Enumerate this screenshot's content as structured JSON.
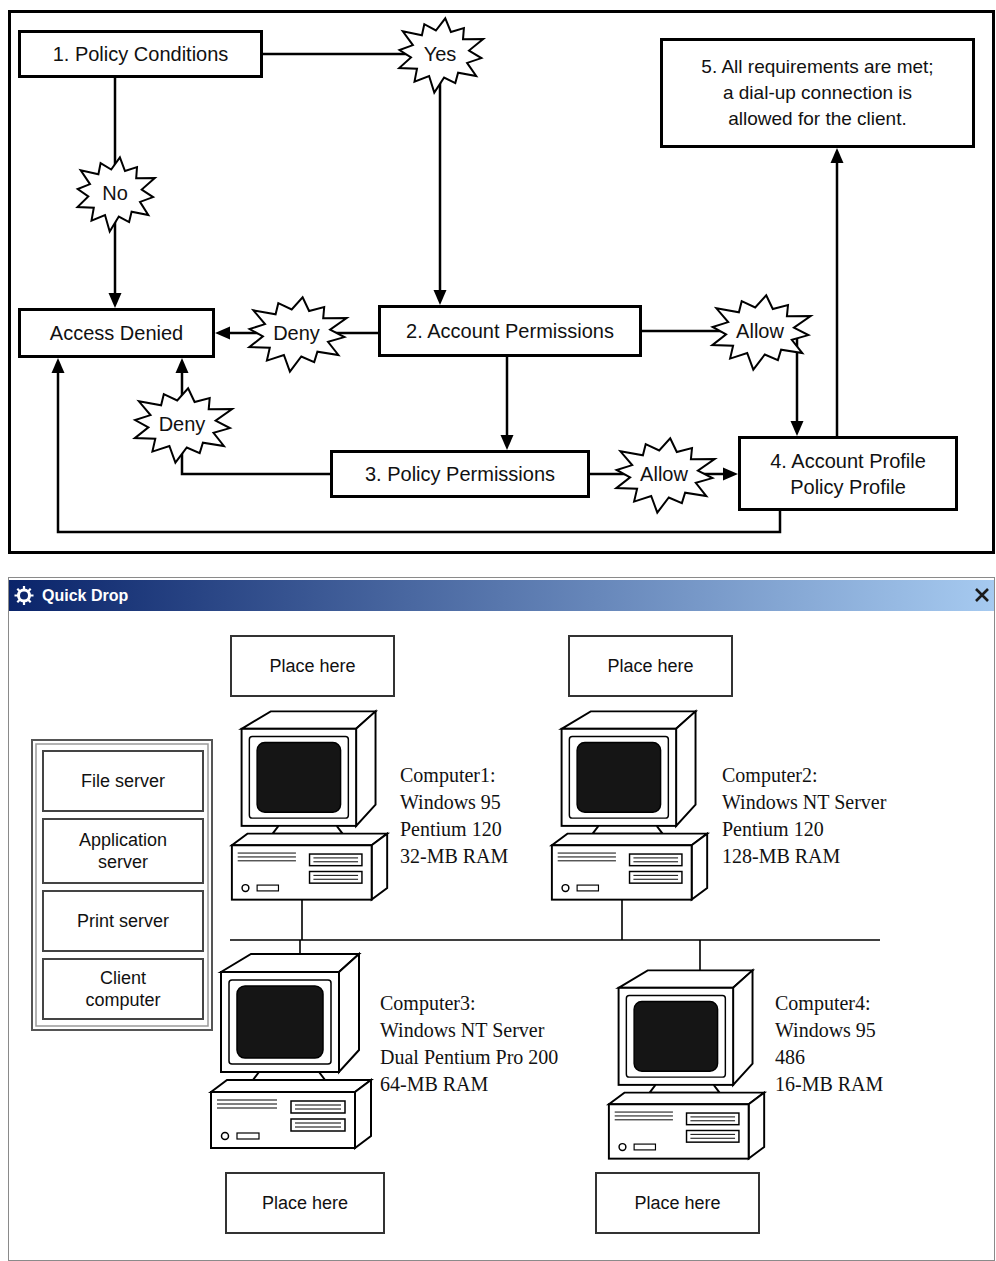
{
  "diagram": {
    "nodes": [
      {
        "text": [
          "1. Policy Conditions"
        ]
      },
      {
        "text": [
          "5. All requirements are met; a dial-up connection is allowed for the client."
        ]
      },
      {
        "text": [
          "Access Denied"
        ]
      },
      {
        "text": [
          "2. Account Permissions"
        ]
      },
      {
        "text": [
          "3. Policy Permissions"
        ]
      },
      {
        "text": [
          "4. Account Profile Policy Profile"
        ]
      },
      {
        "text": [
          "Place here"
        ]
      },
      {
        "text": [
          "Place here"
        ]
      },
      {
        "text": [
          "File server"
        ]
      },
      {
        "text": [
          "Application server"
        ]
      },
      {
        "text": [
          "Print server"
        ]
      },
      {
        "text": [
          "Client computer"
        ]
      },
      {
        "text": [
          "Place here"
        ]
      },
      {
        "text": [
          "Place here"
        ]
      }
    ],
    "edges": [
      {
        "from": 0,
        "to": 2,
        "label": "No",
        "arrow": "to"
      },
      {
        "from": 0,
        "to": 3,
        "label": "Yes",
        "arrow": "to"
      },
      {
        "from": 3,
        "to": 2,
        "label": "Deny",
        "arrow": "to"
      },
      {
        "from": 3,
        "to": 5,
        "label": "Allow",
        "arrow": "to"
      },
      {
        "from": 3,
        "to": 4,
        "arrow": "to"
      },
      {
        "from": 4,
        "to": 5,
        "label": "Allow",
        "arrow": "to"
      },
      {
        "from": 4,
        "to": 2,
        "label": "Deny",
        "arrow": "to"
      },
      {
        "from": 5,
        "to": 2,
        "arrow": "to"
      },
      {
        "from": 5,
        "to": 1,
        "arrow": "to"
      }
    ],
    "labels": [
      "Quick Drop",
      "Computer1: Windows 95 Pentium 120 32-MB RAM",
      "Computer2: Windows NT Server Pentium 120 128-MB RAM",
      "Computer3: Windows NT Server Dual Pentium Pro 200 64-MB RAM",
      "Computer4: Windows 95 486 16-MB RAM"
    ]
  }
}
